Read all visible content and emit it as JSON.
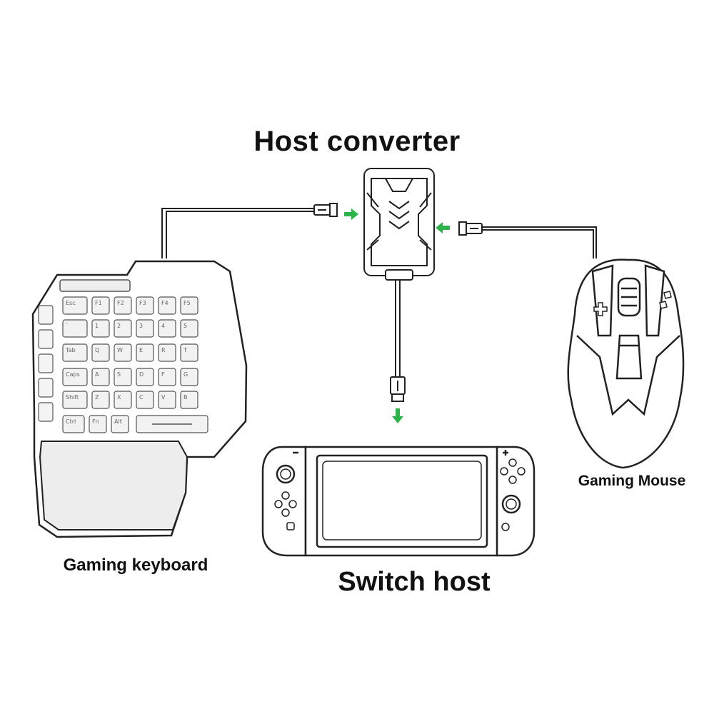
{
  "labels": {
    "converter": "Host converter",
    "keyboard": "Gaming keyboard",
    "mouse": "Gaming Mouse",
    "switch": "Switch host"
  },
  "keyboard_keys": {
    "row1": [
      "Esc",
      "F1",
      "F2",
      "F3",
      "F4",
      "F5"
    ],
    "row2": [
      "`",
      "1",
      "2",
      "3",
      "4",
      "5"
    ],
    "row3": [
      "Tab",
      "Q",
      "W",
      "E",
      "R",
      "T"
    ],
    "row4": [
      "Caps",
      "A",
      "S",
      "D",
      "F",
      "G"
    ],
    "row5": [
      "Shift",
      "Z",
      "X",
      "C",
      "V",
      "B"
    ],
    "row6": [
      "Ctrl",
      "Fn",
      "Alt"
    ]
  },
  "colors": {
    "line": "#222222",
    "arrow": "#2db34a",
    "key_fill": "#f2f2f2",
    "background": "#ffffff"
  },
  "icons": {
    "usb_plug": "usb-plug-icon",
    "flow_arrow": "arrow-icon"
  }
}
